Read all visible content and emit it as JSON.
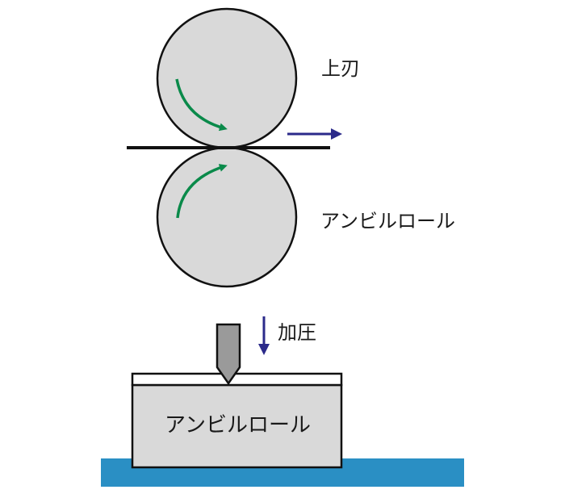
{
  "labels": {
    "upper_blade": "上刃",
    "anvil_roll_top": "アンビルロール",
    "pressure": "加圧",
    "anvil_block": "アンビルロール"
  },
  "colors": {
    "roll_fill": "#d9d9d9",
    "outline": "#111111",
    "rotation_arrow": "#0a8a4a",
    "direction_arrow": "#2b2a8a",
    "base_plate": "#2a8fc4",
    "blade_fill": "#9a9a9a"
  },
  "icons": {
    "rotation": "curved-arrow",
    "direction": "straight-arrow"
  }
}
